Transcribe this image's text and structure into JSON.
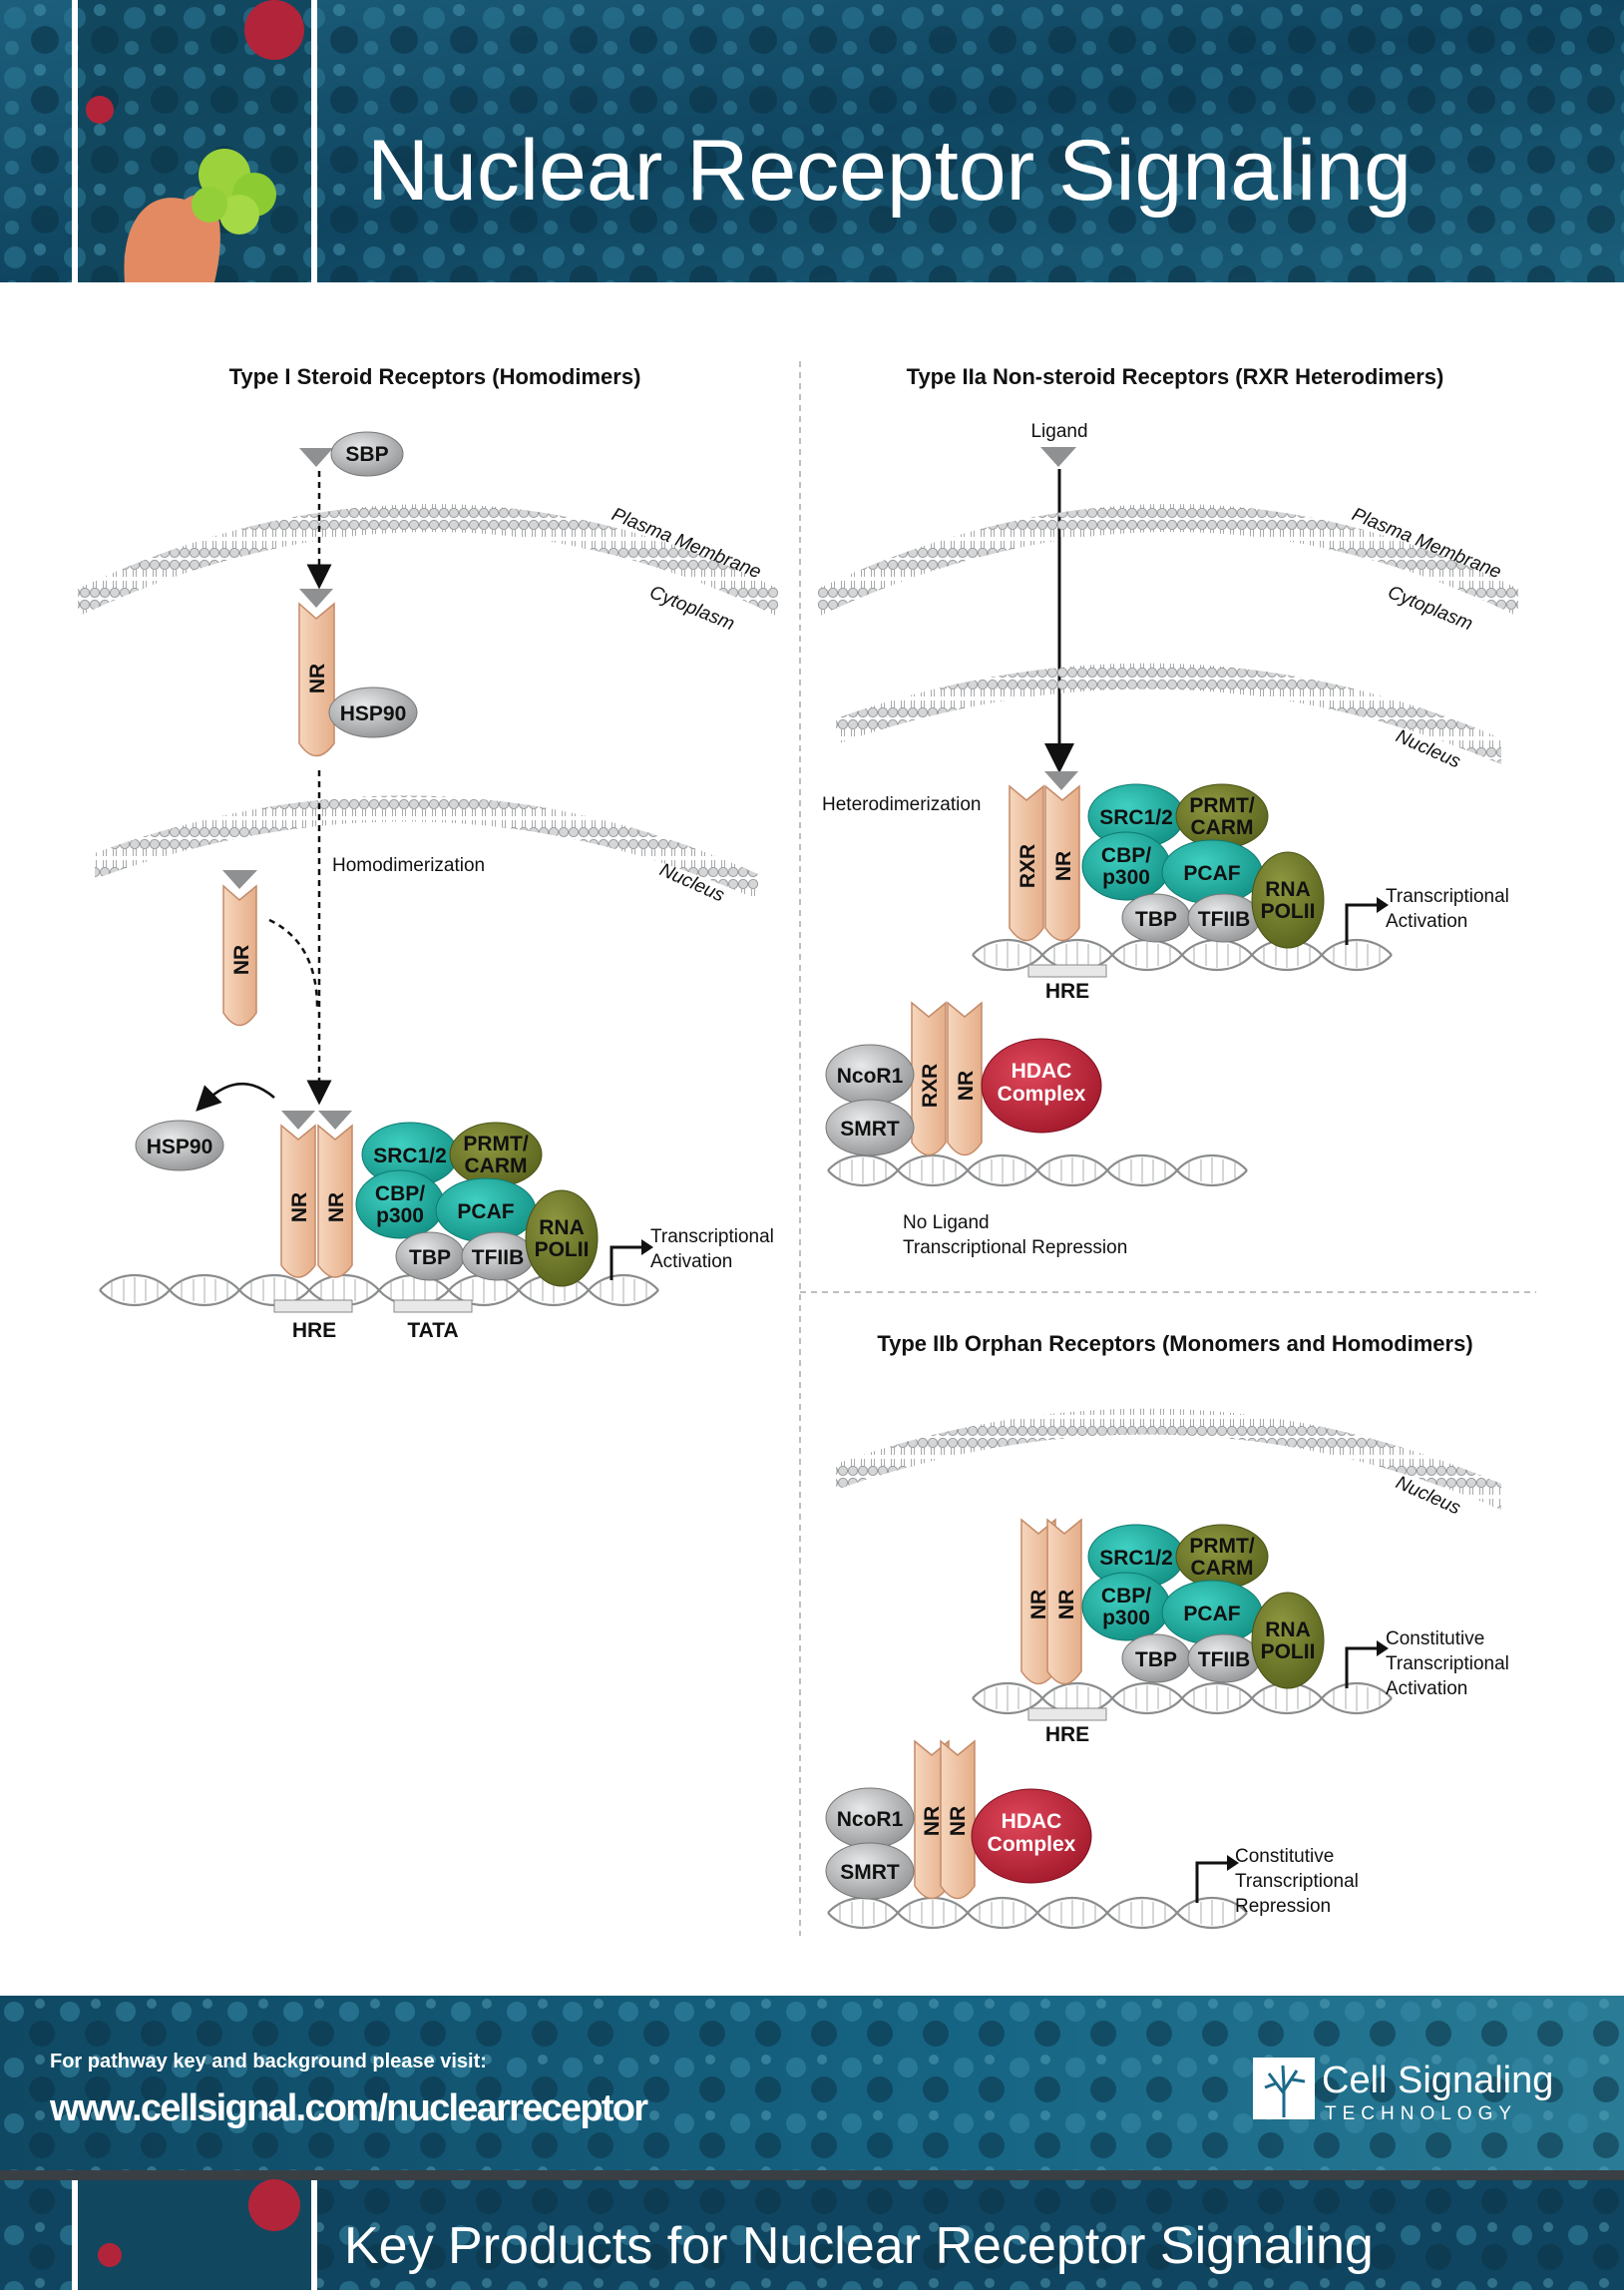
{
  "header": {
    "title": "Nuclear Receptor Signaling"
  },
  "panel1": {
    "title": "Type I Steroid Receptors (Homodimers)",
    "sbp": "SBP",
    "plasma_membrane": "Plasma Membrane",
    "cytoplasm": "Cytoplasm",
    "nr": "NR",
    "hsp90": "HSP90",
    "nucleus": "Nucleus",
    "homodimerization": "Homodimerization",
    "src": "SRC1/2",
    "prmt1": "PRMT/",
    "prmt2": "CARM",
    "cbp1": "CBP/",
    "cbp2": "p300",
    "pcaf": "PCAF",
    "tbp": "TBP",
    "tfiib": "TFIIB",
    "rna1": "RNA",
    "rna2": "POLII",
    "hre": "HRE",
    "tata": "TATA",
    "trans1": "Transcriptional",
    "trans2": "Activation"
  },
  "panel2": {
    "title": "Type IIa Non-steroid Receptors (RXR Heterodimers)",
    "ligand": "Ligand",
    "plasma_membrane": "Plasma Membrane",
    "cytoplasm": "Cytoplasm",
    "nucleus": "Nucleus",
    "heterodimerization": "Heterodimerization",
    "rxr": "RXR",
    "nr": "NR",
    "src": "SRC1/2",
    "prmt1": "PRMT/",
    "prmt2": "CARM",
    "cbp1": "CBP/",
    "cbp2": "p300",
    "pcaf": "PCAF",
    "tbp": "TBP",
    "tfiib": "TFIIB",
    "rna1": "RNA",
    "rna2": "POLII",
    "hre": "HRE",
    "trans1": "Transcriptional",
    "trans2": "Activation",
    "ncor": "NcoR1",
    "smrt": "SMRT",
    "hdac1": "HDAC",
    "hdac2": "Complex",
    "noligand1": "No Ligand",
    "noligand2": "Transcriptional Repression"
  },
  "panel3": {
    "title": "Type IIb Orphan Receptors (Monomers and Homodimers)",
    "nucleus": "Nucleus",
    "nr": "NR",
    "src": "SRC1/2",
    "prmt1": "PRMT/",
    "prmt2": "CARM",
    "cbp1": "CBP/",
    "cbp2": "p300",
    "pcaf": "PCAF",
    "tbp": "TBP",
    "tfiib": "TFIIB",
    "rna1": "RNA",
    "rna2": "POLII",
    "hre": "HRE",
    "ca1": "Constitutive",
    "ca2": "Transcriptional",
    "ca3": "Activation",
    "ncor": "NcoR1",
    "smrt": "SMRT",
    "hdac1": "HDAC",
    "hdac2": "Complex",
    "cr1": "Constitutive",
    "cr2": "Transcriptional",
    "cr3": "Repression"
  },
  "footer": {
    "visit_text": "For pathway key and background please visit:",
    "url": "www.cellsignal.com/nuclearreceptor",
    "logo_line1": "Cell Signaling",
    "logo_line2": "TECHNOLOGY",
    "key_products": "Key Products for Nuclear Receptor Signaling"
  },
  "colors": {
    "banner_dark": "#0d3a52",
    "banner_mid": "#2a7a99",
    "receptor": "#f0c4a4",
    "receptor_stroke": "#c48a68",
    "teal": "#17a99b",
    "olive": "#6b7326",
    "hdac": "#c12a3a",
    "gray_protein": "#b4b6b8"
  }
}
